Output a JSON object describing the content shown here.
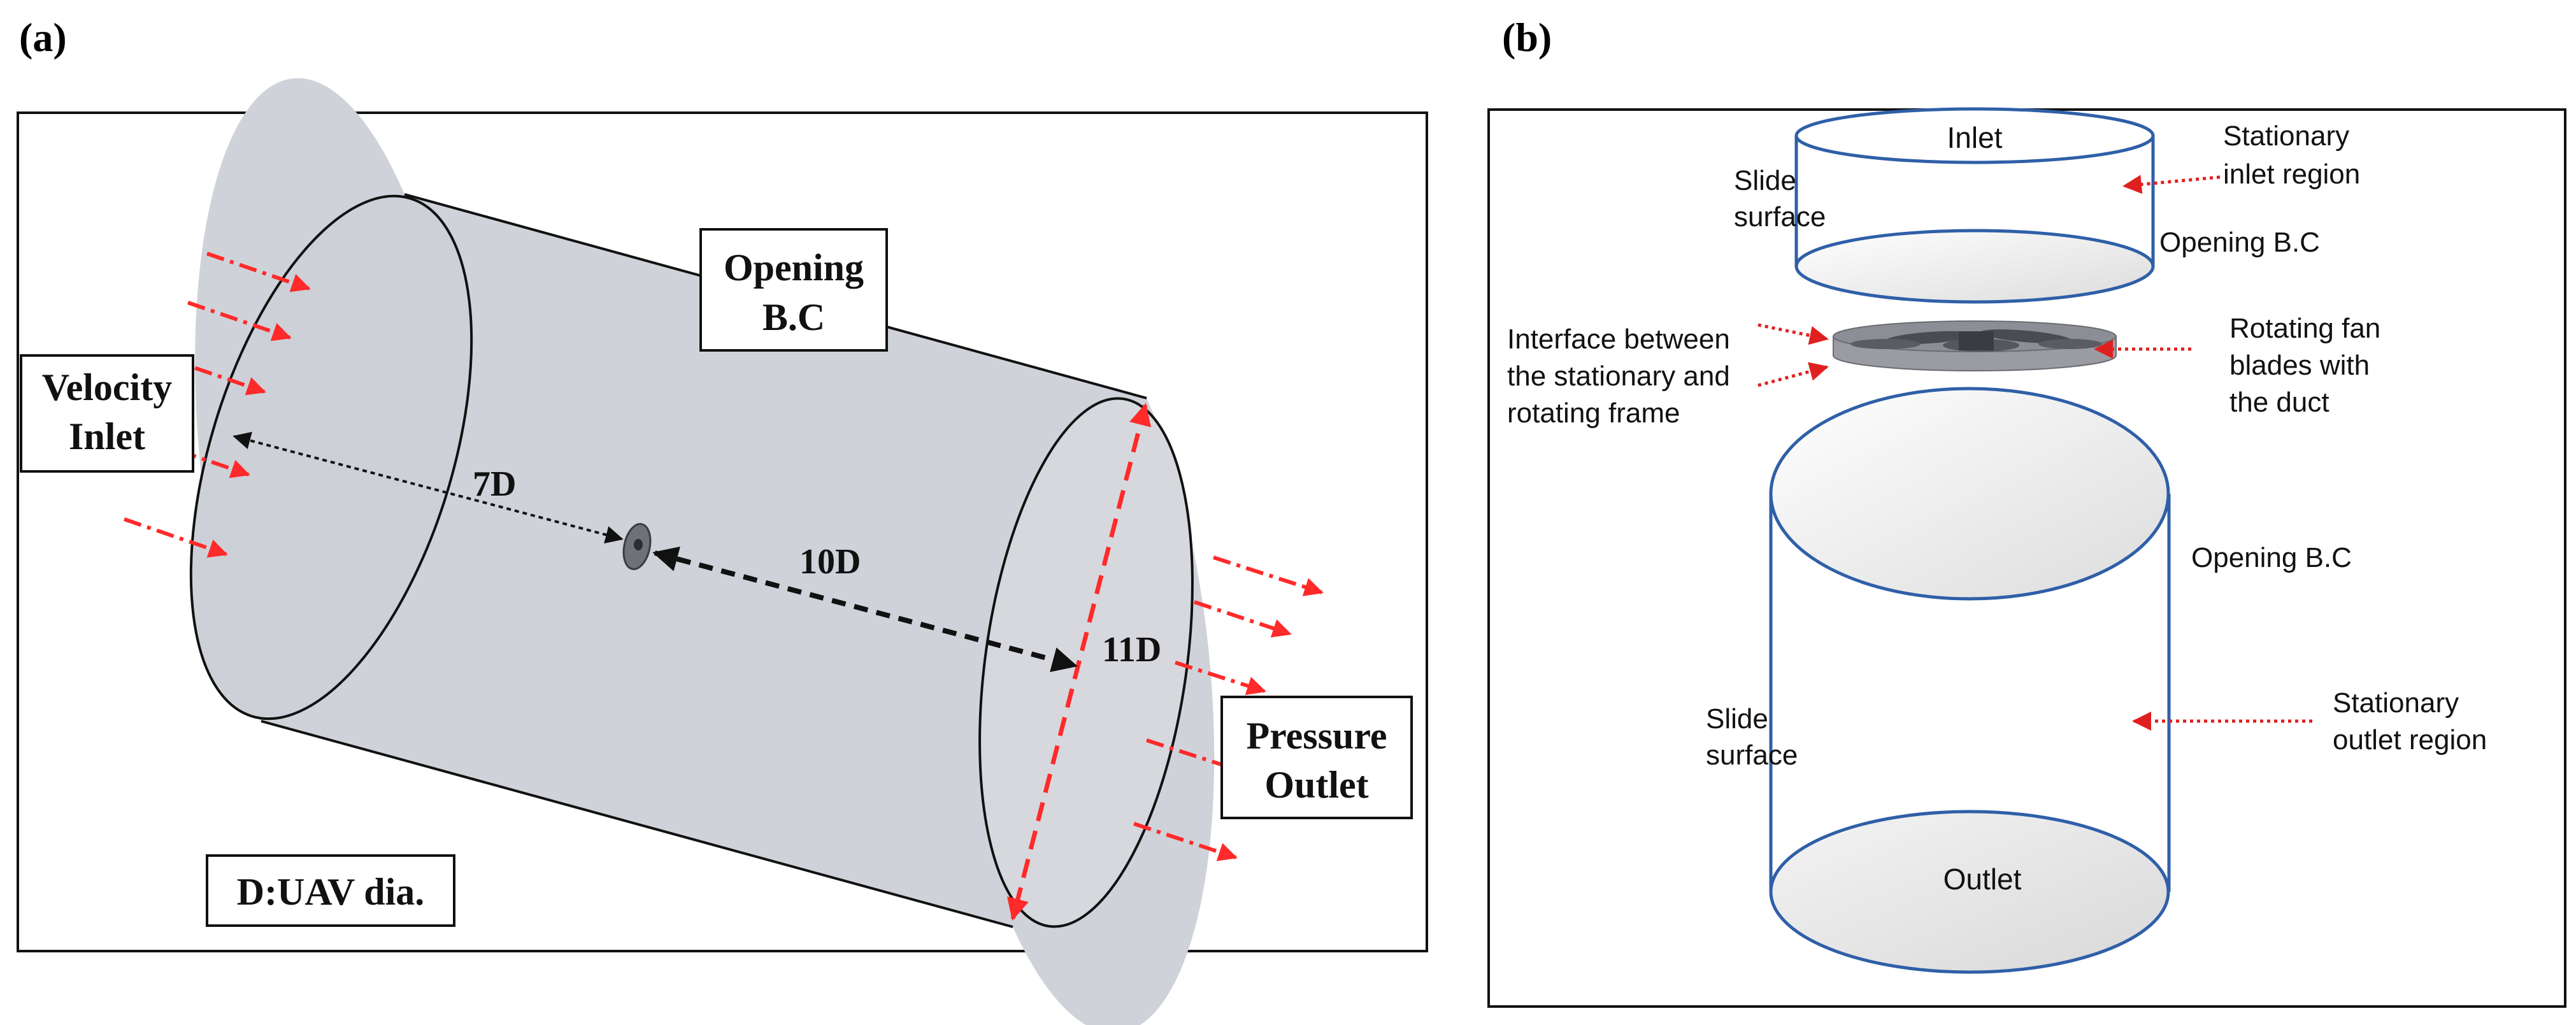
{
  "panel_a": {
    "label": "(a)",
    "opening_bc": [
      "Opening",
      "B.C"
    ],
    "velocity_inlet": [
      "Velocity",
      "Inlet"
    ],
    "pressure_outlet": [
      "Pressure",
      "Outlet"
    ],
    "dim_upstream": "7D",
    "dim_downstream": "10D",
    "dim_diameter": "11D",
    "legend": "D:UAV dia.",
    "colors": {
      "arrow": "#ff2a2a",
      "body": "#cfd2d9",
      "outline": "#111111"
    }
  },
  "panel_b": {
    "label": "(b)",
    "inlet": "Inlet",
    "outlet": "Outlet",
    "stationary_inlet": [
      "Stationary",
      "inlet region"
    ],
    "slide_surface_top": [
      "Slide",
      "surface"
    ],
    "opening_bc_top": "Opening B.C",
    "interface": [
      "Interface between",
      "the stationary and",
      "rotating frame"
    ],
    "rotating_fan": [
      "Rotating fan",
      "blades with",
      "the duct"
    ],
    "opening_bc_bottom": "Opening B.C",
    "slide_surface_bottom": [
      "Slide",
      "surface"
    ],
    "stationary_outlet": [
      "Stationary",
      "outlet region"
    ],
    "colors": {
      "outline": "#2f5fa8",
      "arrow": "#e02020"
    }
  }
}
